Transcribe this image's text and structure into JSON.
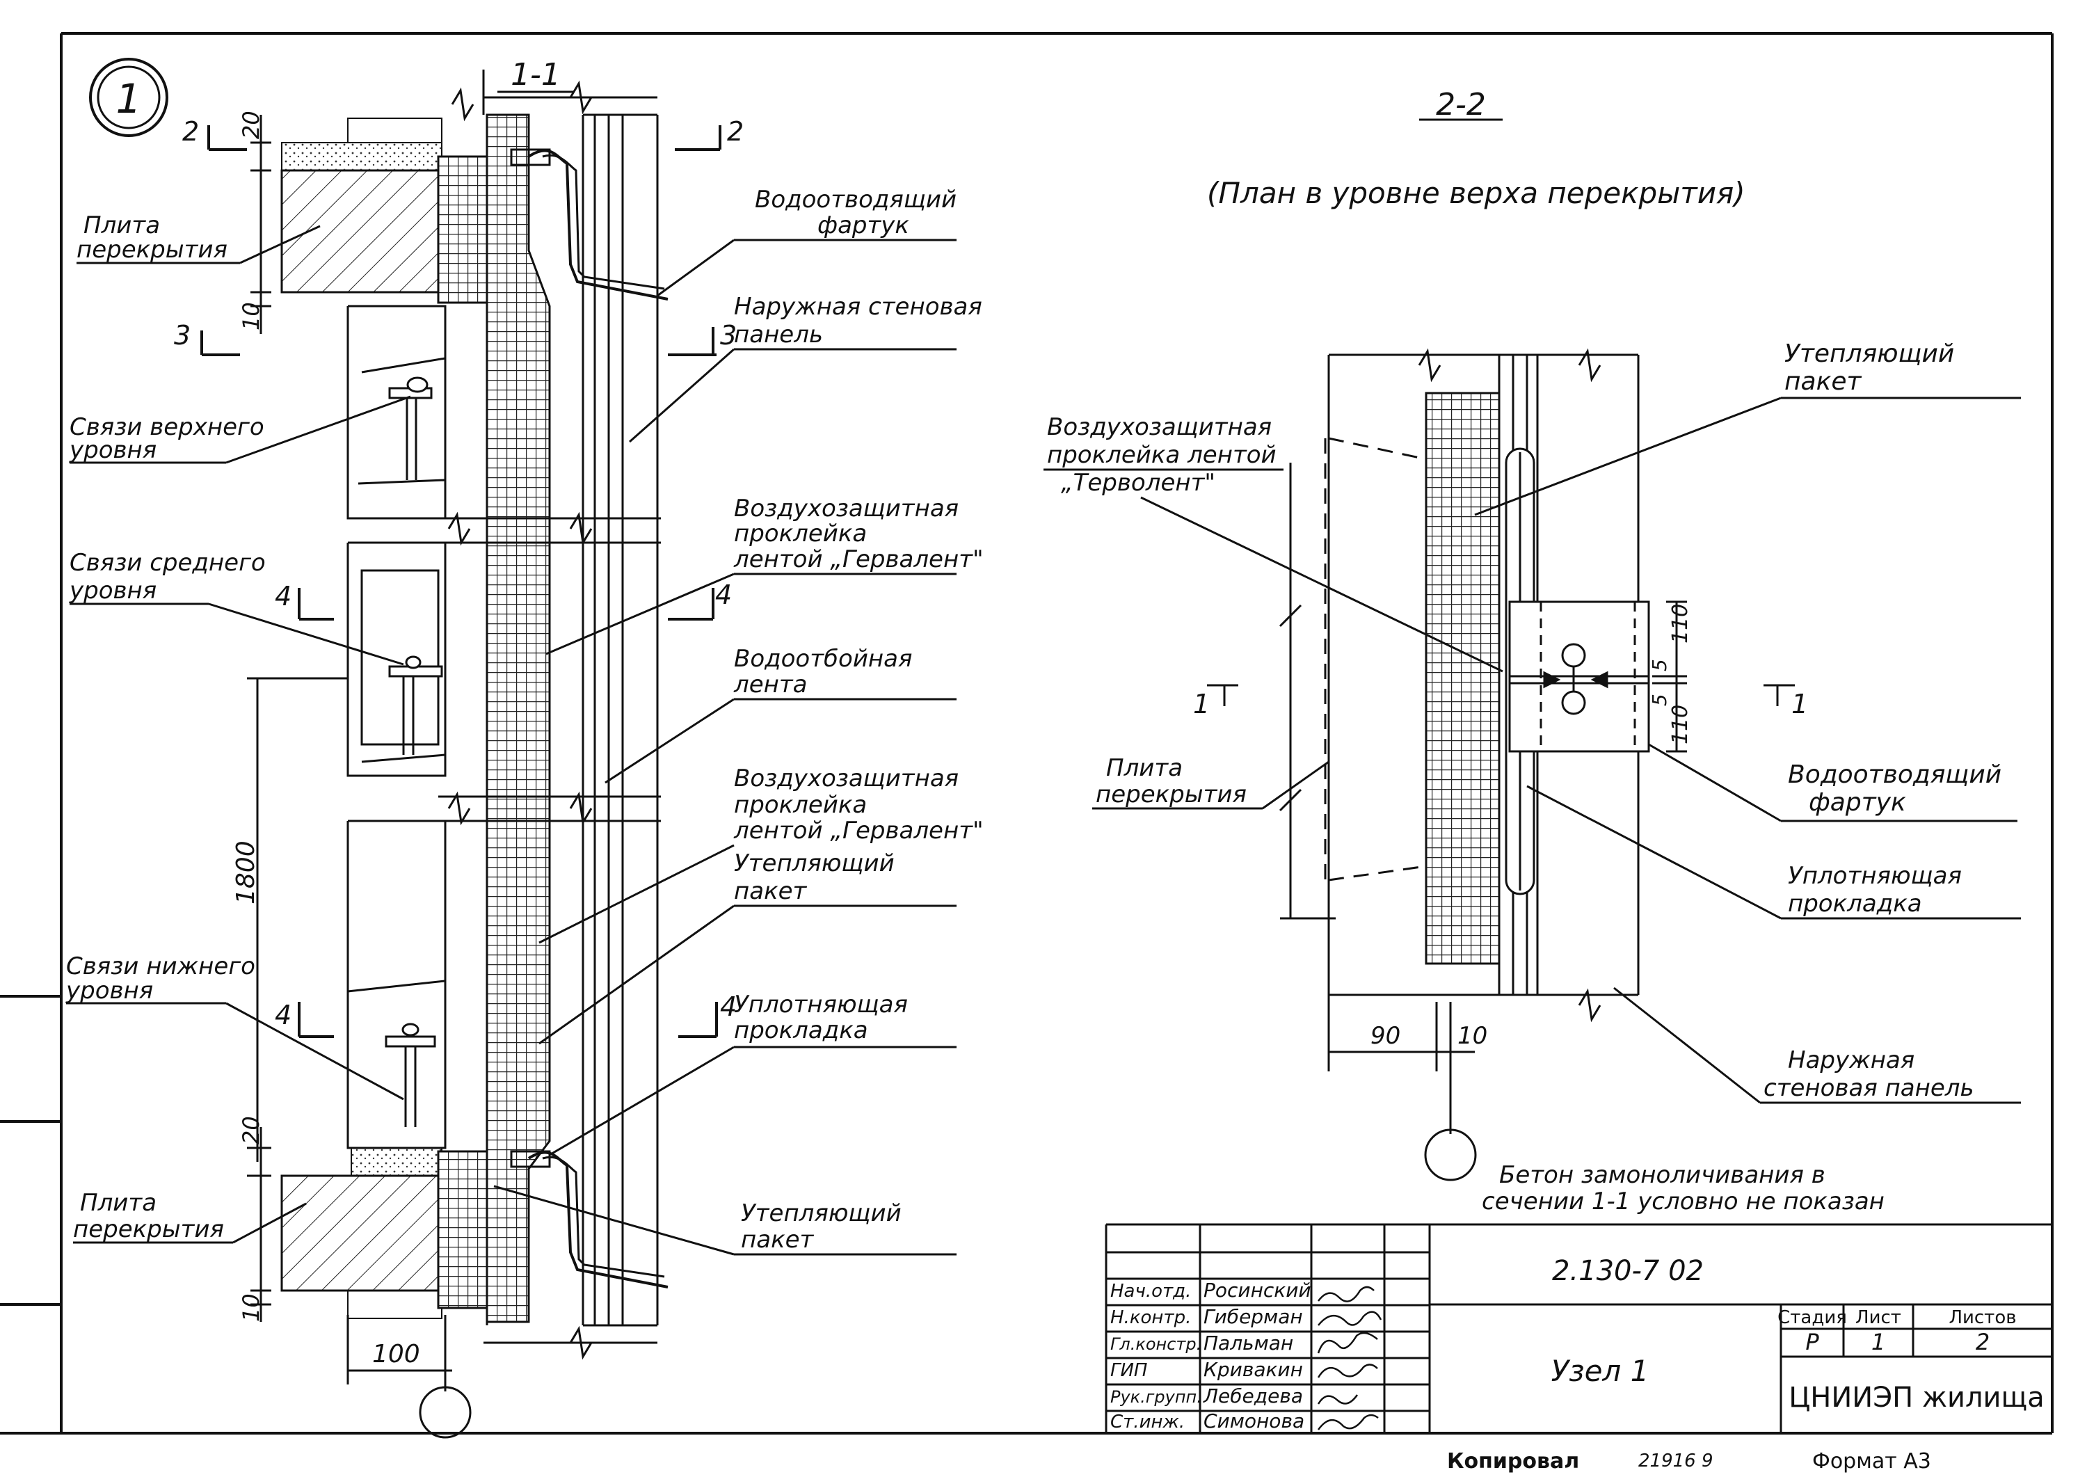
{
  "circle_mark": "1",
  "sec11": {
    "title": "1-1"
  },
  "sec22": {
    "title": "2-2",
    "subtitle": "(План в уровне верха перекрытия)"
  },
  "cut": {
    "c2": "2",
    "c3": "3",
    "c4": "4",
    "c1": "1"
  },
  "dims_left": {
    "d20_top": "20",
    "d10_top": "10",
    "d1800": "1800",
    "d20_bot": "20",
    "d10_bot": "10",
    "d100": "100"
  },
  "dims_right": {
    "d90": "90",
    "d10": "10",
    "d110a": "110",
    "d5a": "5",
    "d5b": "5",
    "d110b": "110"
  },
  "labels_left": {
    "plita_top_1": "Плита",
    "plita_top_2": "перекрытия",
    "svyazi_verh_1": "Связи верхнего",
    "svyazi_verh_2": "уровня",
    "svyazi_sred_1": "Связи среднего",
    "svyazi_sred_2": "уровня",
    "svyazi_nizh_1": "Связи нижнего",
    "svyazi_nizh_2": "уровня",
    "plita_bot_1": "Плита",
    "plita_bot_2": "перекрытия"
  },
  "labels_mid": {
    "fartuk_1": "Водоотводящий",
    "fartuk_2": "фартук",
    "panel_1": "Наружная стеновая",
    "panel_2": "панель",
    "gerv1_1": "Воздухозащитная",
    "gerv1_2": "проклейка",
    "gerv1_3": "лентой „Гервалент\"",
    "otboi_1": "Водоотбойная",
    "otboi_2": "лента",
    "gerv2_1": "Воздухозащитная",
    "gerv2_2": "проклейка",
    "gerv2_3": "лентой „Гервалент\"",
    "paket_1": "Утепляющий",
    "paket_2": "пакет",
    "prokl_1": "Уплотняющая",
    "prokl_2": "прокладка",
    "paket_b_1": "Утепляющий",
    "paket_b_2": "пакет"
  },
  "labels_right": {
    "gerv_1": "Воздухозащитная",
    "gerv_2": "проклейка лентой",
    "gerv_3": "„Терволент\"",
    "paket_1": "Утепляющий",
    "paket_2": "пакет",
    "plita_1": "Плита",
    "plita_2": "перекрытия",
    "fartuk_1": "Водоотводящий",
    "fartuk_2": "фартук",
    "prokl_1": "Уплотняющая",
    "prokl_2": "прокладка",
    "panel_1": "Наружная",
    "panel_2": "стеновая панель"
  },
  "note": {
    "line1": "Бетон замоноличивания в",
    "line2": "сечении 1-1 условно не показан"
  },
  "stamp": {
    "code": "2.130-7 02",
    "rows": [
      {
        "role": "Нач.отд.",
        "name": "Росинский"
      },
      {
        "role": "Н.контр.",
        "name": "Гиберман"
      },
      {
        "role": "Гл.констр.",
        "name": "Пальман"
      },
      {
        "role": "ГИП",
        "name": "Кривакин"
      },
      {
        "role": "Рук.групп.",
        "name": "Лебедева"
      },
      {
        "role": "Ст.инж.",
        "name": "Симонова"
      }
    ],
    "title": "Узел 1",
    "stage_h": "Стадия",
    "sheet_h": "Лист",
    "sheets_h": "Листов",
    "stage_v": "Р",
    "sheet_v": "1",
    "sheets_v": "2",
    "org": "ЦНИИЭП жилища"
  },
  "footer": {
    "copied": "Копировал",
    "num": "21916  9",
    "format": "Формат А3"
  }
}
